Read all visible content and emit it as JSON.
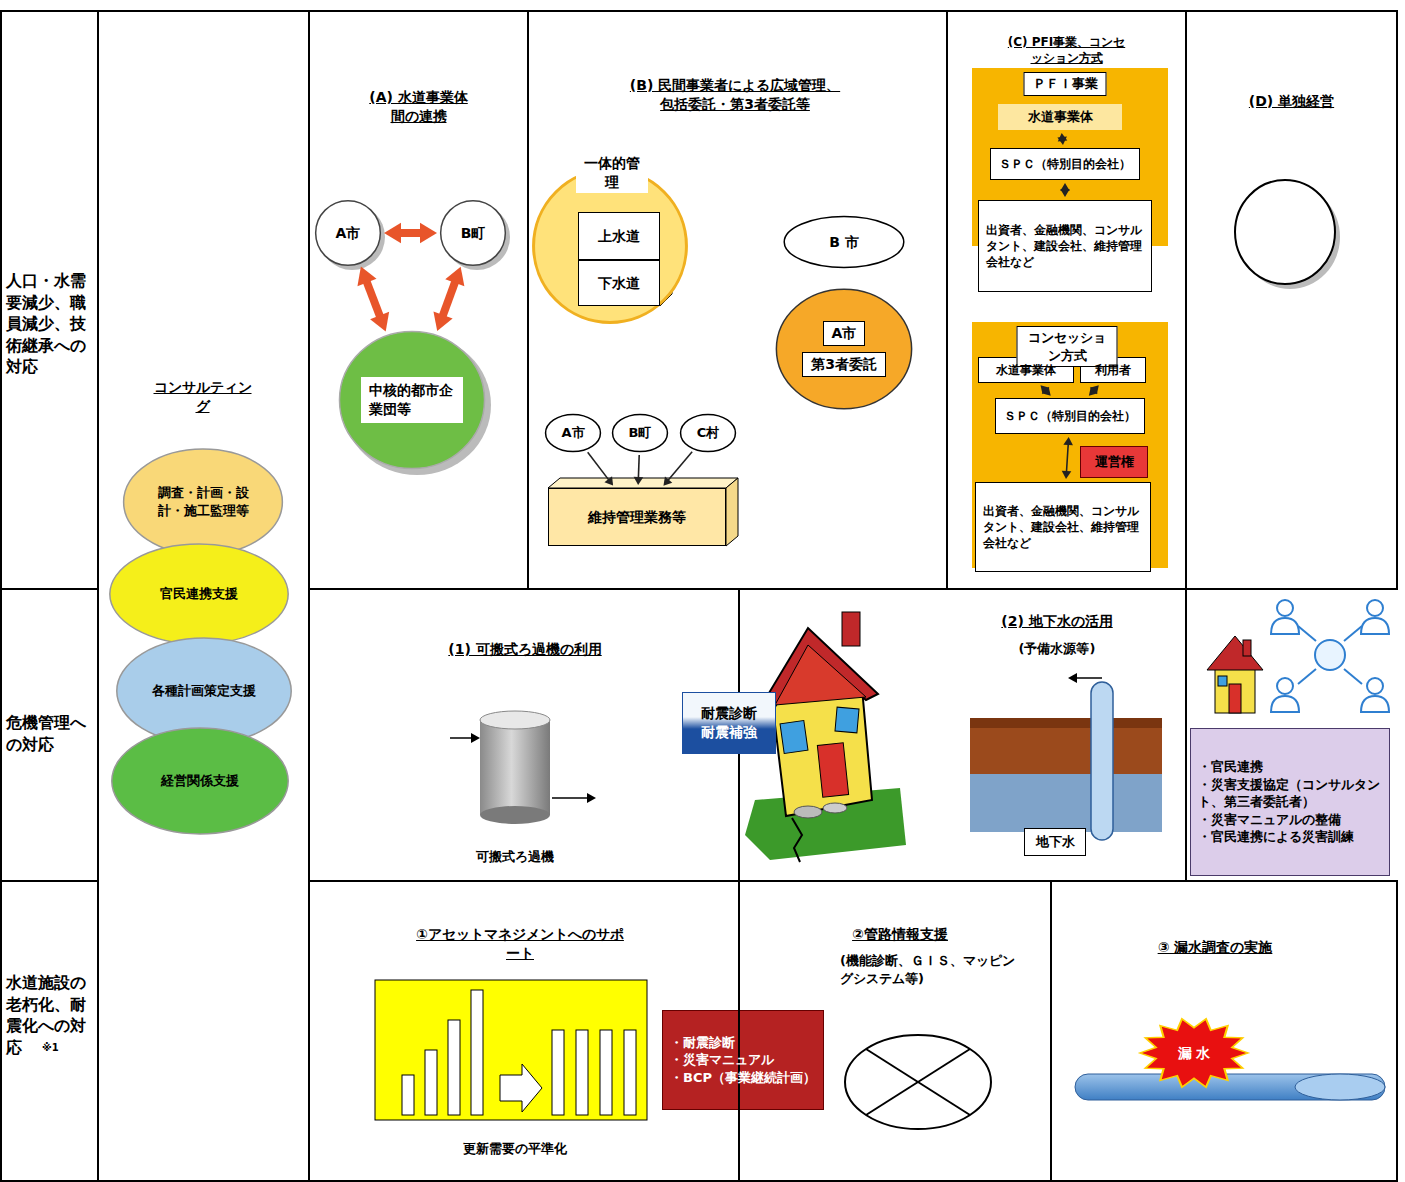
{
  "diagram": {
    "nodes": [
      {
        "text": [
          "人口・水需要減少、職員減少、技術継承への対応"
        ]
      },
      {
        "text": [
          "危機管理への対応"
        ]
      },
      {
        "text": [
          "水道施設の老朽化、耐震化への対応",
          "※1"
        ]
      },
      {
        "text": [
          "コンサルティング"
        ]
      },
      {
        "text": [
          "調査・計画・設計・施工監理等"
        ],
        "in": 3
      },
      {
        "text": [
          "官民連携支援"
        ],
        "in": 3
      },
      {
        "text": [
          "各種計画策定支援"
        ],
        "in": 3
      },
      {
        "text": [
          "経営関係支援"
        ],
        "in": 3
      },
      {
        "text": [
          "(A) 水道事業体間の連携"
        ]
      },
      {
        "text": [
          "A市"
        ],
        "in": 8
      },
      {
        "text": [
          "B町"
        ],
        "in": 8
      },
      {
        "text": [
          "中核的都市企業団等"
        ],
        "in": 8
      },
      {
        "text": [
          "(B) 民間事業者による広域管理、包括委託・第3者委託等"
        ]
      },
      {
        "text": [
          "一体的管理"
        ],
        "in": 12
      },
      {
        "text": [
          "上水道"
        ],
        "in": 13
      },
      {
        "text": [
          "下水道"
        ],
        "in": 13
      },
      {
        "text": [
          "B 市"
        ],
        "in": 12
      },
      {
        "text": [
          "A市",
          "第3者委託"
        ],
        "in": 12
      },
      {
        "text": [
          "A市"
        ],
        "in": 12
      },
      {
        "text": [
          "B町"
        ],
        "in": 12
      },
      {
        "text": [
          "C村"
        ],
        "in": 12
      },
      {
        "text": [
          "維持管理業務等"
        ],
        "in": 12
      },
      {
        "text": [
          "(C) PFI事業、コンセッション方式"
        ]
      },
      {
        "text": [
          "ＰＦＩ事業"
        ],
        "in": 22
      },
      {
        "text": [
          "水道事業体"
        ],
        "in": 23
      },
      {
        "text": [
          "ＳＰＣ（特別目的会社）"
        ],
        "in": 23
      },
      {
        "text": [
          "出資者、金融機関、コンサルタント、建設会社、維持管理会社など"
        ],
        "in": 23
      },
      {
        "text": [
          "コンセッション方式"
        ],
        "in": 22
      },
      {
        "text": [
          "水道事業体"
        ],
        "in": 27
      },
      {
        "text": [
          "利用者"
        ],
        "in": 27
      },
      {
        "text": [
          "ＳＰＣ（特別目的会社）"
        ],
        "in": 27
      },
      {
        "text": [
          "運営権"
        ],
        "in": 27
      },
      {
        "text": [
          "出資者、金融機関、コンサルタント、建設会社、維持管理会社など"
        ],
        "in": 27
      },
      {
        "text": [
          "(D) 単独経営"
        ]
      },
      {
        "text": [
          "(1) 可搬式ろ過機の利用"
        ]
      },
      {
        "text": [
          "(2) 地下水の活用",
          "(予備水源等)"
        ]
      },
      {
        "text": [
          "耐震診断",
          "耐震補強"
        ],
        "in": 35
      },
      {
        "text": [
          "地下水"
        ],
        "in": 35
      },
      {
        "text": [
          "・官民連携",
          "・災害支援協定（コンサルタント、第三者委託者）",
          "・災害マニュアルの整備",
          "・官民連携による災害訓練"
        ]
      },
      {
        "text": [
          "①アセットマネジメントへのサポート"
        ]
      },
      {
        "text": [
          "・耐震診断",
          "・災害マニュアル",
          "・BCP（事業継続計画）"
        ],
        "in": 39
      },
      {
        "text": [
          "②管路情報支援",
          "(機能診断、ＧＩＳ、マッピングシステム等)"
        ]
      },
      {
        "text": [
          "③ 漏水調査の実施"
        ]
      },
      {
        "text": [
          "漏 水"
        ],
        "in": 42
      }
    ],
    "edges": [
      {
        "from": 9,
        "to": 10,
        "arrow": "both"
      },
      {
        "from": 9,
        "to": 11,
        "arrow": "both"
      },
      {
        "from": 10,
        "to": 11,
        "arrow": "both"
      },
      {
        "from": 18,
        "to": 21,
        "arrow": "to"
      },
      {
        "from": 19,
        "to": 21,
        "arrow": "to"
      },
      {
        "from": 20,
        "to": 21,
        "arrow": "to"
      },
      {
        "from": 24,
        "to": 25,
        "arrow": "both"
      },
      {
        "from": 25,
        "to": 26,
        "arrow": "both"
      },
      {
        "from": 28,
        "to": 30,
        "arrow": "both"
      },
      {
        "from": 29,
        "to": 30,
        "arrow": "both"
      },
      {
        "from": 30,
        "to": 32,
        "arrow": "both"
      }
    ],
    "labels": [
      "可搬式ろ過機",
      "更新需要の平準化"
    ]
  }
}
